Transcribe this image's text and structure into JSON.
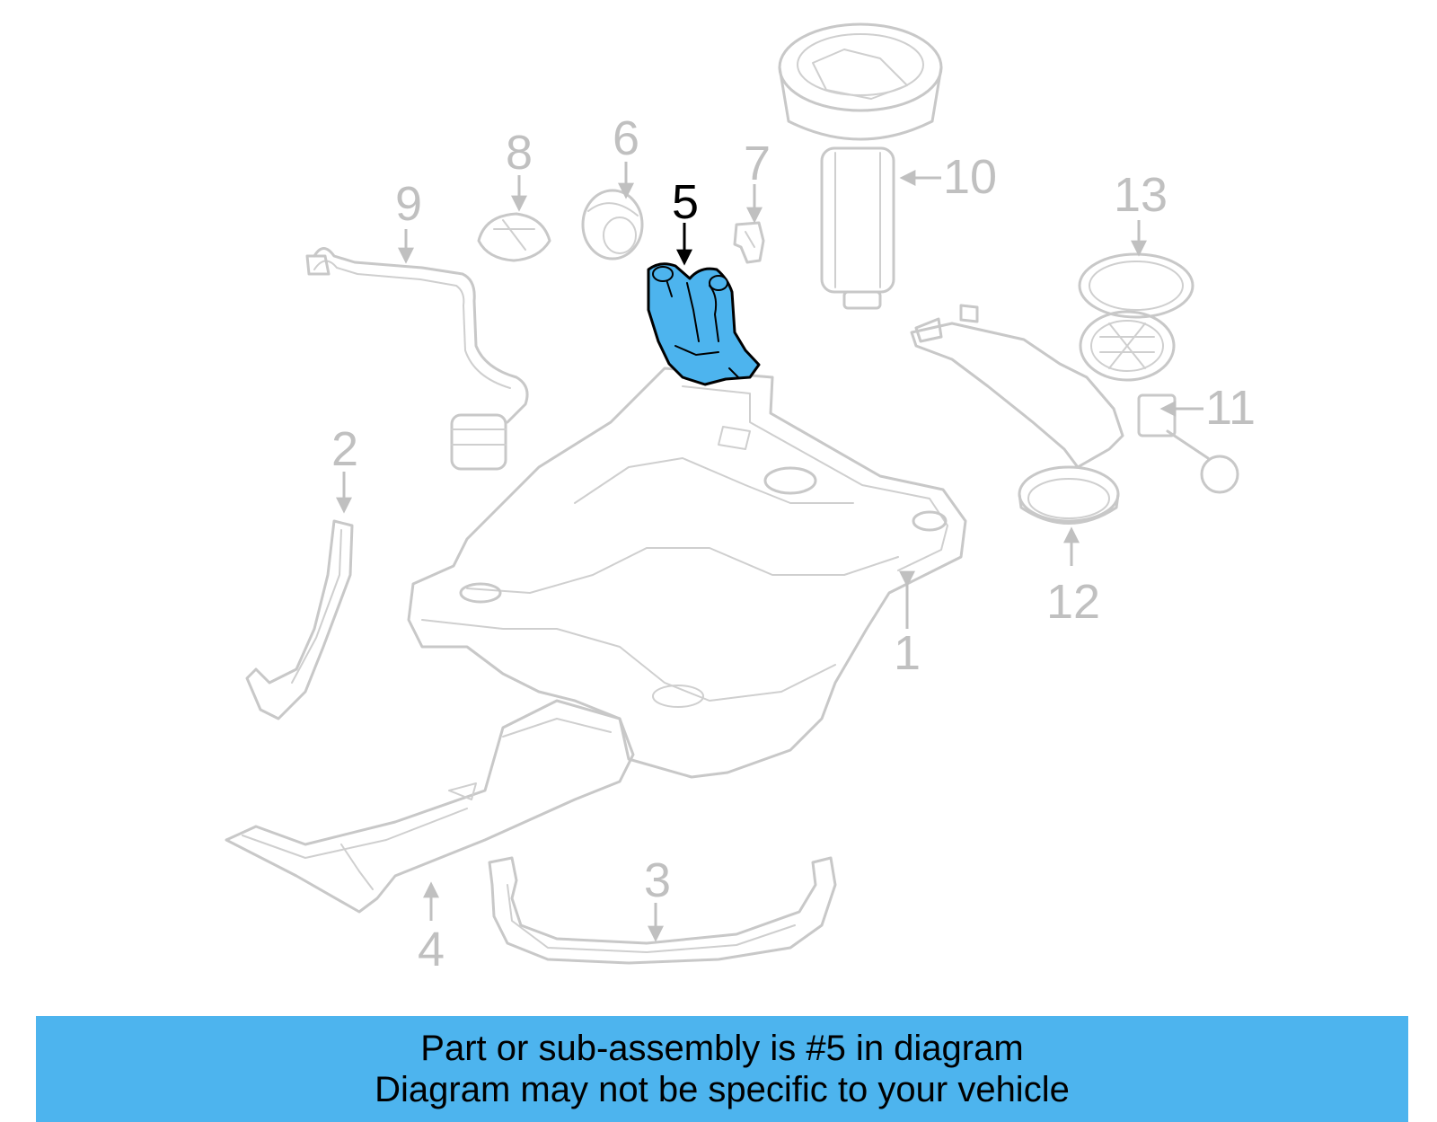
{
  "diagram": {
    "callouts": [
      "1",
      "2",
      "3",
      "4",
      "5",
      "6",
      "7",
      "8",
      "9",
      "10",
      "11",
      "12",
      "13"
    ],
    "highlighted_callout": "5",
    "colors": {
      "highlight_fill": "#4db4ee",
      "part_stroke": "#c8c8c8",
      "callout_inactive": "#c0c0c0",
      "callout_active": "#000000"
    }
  },
  "banner": {
    "line1": "Part or sub-assembly is #5 in diagram",
    "line2": "Diagram may not be specific to your vehicle",
    "background": "#4db4ee"
  }
}
